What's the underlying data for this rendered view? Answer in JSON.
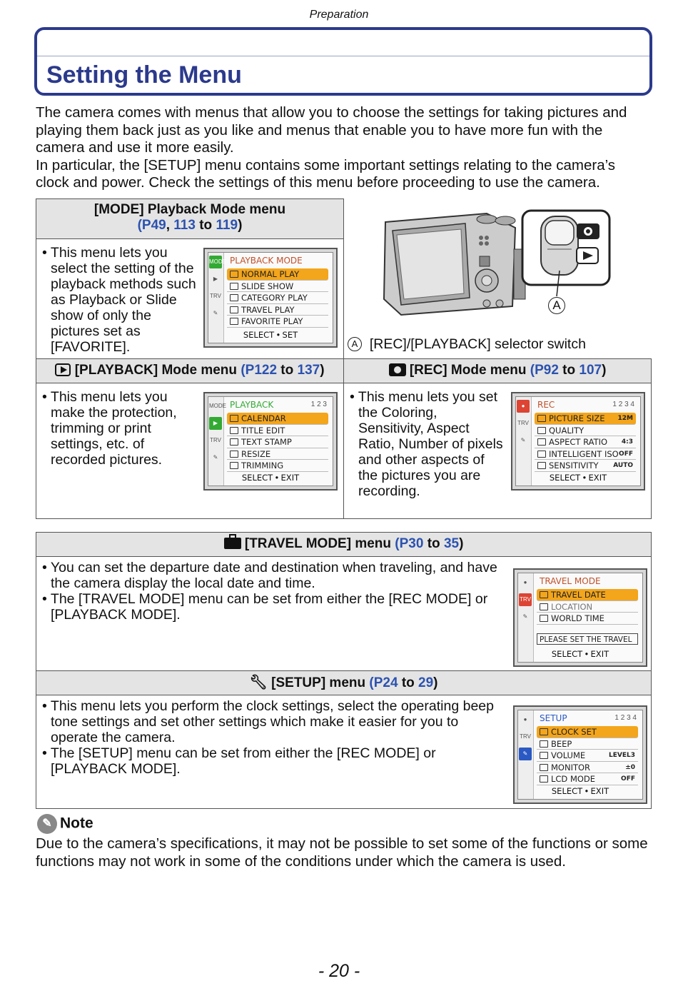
{
  "header": {
    "section": "Preparation"
  },
  "title": "Setting the Menu",
  "intro": [
    "The camera comes with menus that allow you to choose the settings for taking pictures and playing them back just as you like and menus that enable you to have more fun with the camera and use it more easily.",
    "In particular, the [SETUP] menu contains some important settings relating to the camera’s clock and power. Check the settings of this menu before proceeding to use the camera."
  ],
  "mode_menu": {
    "title": "[MODE] Playback Mode menu",
    "refs": {
      "a": "P49",
      "sep": ",",
      "b": "113",
      "to": "to",
      "c": "119",
      "open": "(",
      "close": ")"
    },
    "text": "This menu lets you select the setting of the playback methods such as Playback or Slide show of only the pictures set as [FAVORITE].",
    "screen": {
      "title": "PLAYBACK MODE",
      "items": [
        "NORMAL PLAY",
        "SLIDE SHOW",
        "CATEGORY PLAY",
        "TRAVEL PLAY",
        "FAVORITE PLAY"
      ],
      "footer": "SELECT • SET",
      "tabs": [
        "MODE",
        "▶",
        "TRV",
        "✎"
      ]
    }
  },
  "camera_figure": {
    "caption_marker": "A",
    "caption": "[REC]/[PLAYBACK] selector switch",
    "callout": "A"
  },
  "playback_menu": {
    "title": "[PLAYBACK] Mode menu",
    "refs": {
      "open": "(",
      "a": "P122",
      "to": "to",
      "b": "137",
      "close": ")"
    },
    "text": "This menu lets you make the protection, trimming or print settings, etc. of recorded pictures.",
    "screen": {
      "title": "PLAYBACK",
      "page": "1 2 3",
      "items": [
        "CALENDAR",
        "TITLE EDIT",
        "TEXT STAMP",
        "RESIZE",
        "TRIMMING"
      ],
      "footer": "SELECT • EXIT",
      "tabs": [
        "MODE",
        "▶",
        "TRV",
        "✎"
      ]
    }
  },
  "rec_menu": {
    "title": "[REC] Mode menu",
    "refs": {
      "open": "(",
      "a": "P92",
      "to": "to",
      "b": "107",
      "close": ")"
    },
    "text": "This menu lets you set the Coloring, Sensitivity, Aspect Ratio, Number of pixels and other aspects of the pictures you are recording.",
    "screen": {
      "title": "REC",
      "page": "1 2 3 4",
      "items": [
        {
          "label": "PICTURE SIZE",
          "value": "12M"
        },
        {
          "label": "QUALITY",
          "value": ""
        },
        {
          "label": "ASPECT RATIO",
          "value": "4:3"
        },
        {
          "label": "INTELLIGENT ISO",
          "value": "OFF"
        },
        {
          "label": "SENSITIVITY",
          "value": "AUTO"
        }
      ],
      "footer": "SELECT • EXIT",
      "tabs": [
        "●",
        "TRV",
        "✎"
      ]
    }
  },
  "travel_menu": {
    "title": "[TRAVEL MODE] menu",
    "refs": {
      "open": "(",
      "a": "P30",
      "to": "to",
      "b": "35",
      "close": ")"
    },
    "bullets": [
      "You can set the departure date and destination when traveling, and have the camera display the local date and time.",
      "The [TRAVEL MODE] menu can be set from either the [REC MODE] or [PLAYBACK MODE]."
    ],
    "screen": {
      "title": "TRAVEL MODE",
      "items": [
        "TRAVEL DATE",
        "LOCATION",
        "WORLD TIME"
      ],
      "message": "PLEASE SET THE TRAVEL",
      "footer": "SELECT • EXIT",
      "tabs": [
        "●",
        "TRV",
        "✎"
      ]
    }
  },
  "setup_menu": {
    "title": "[SETUP] menu",
    "refs": {
      "open": "(",
      "a": "P24",
      "to": "to",
      "b": "29",
      "close": ")"
    },
    "bullets": [
      "This menu lets you perform the clock settings, select the operating beep tone settings and set other settings which make it easier for you to operate the camera.",
      "The [SETUP] menu can be set from either the [REC MODE] or [PLAYBACK MODE]."
    ],
    "screen": {
      "title": "SETUP",
      "page": "1 2 3 4",
      "items": [
        {
          "label": "CLOCK SET",
          "value": ""
        },
        {
          "label": "BEEP",
          "value": ""
        },
        {
          "label": "VOLUME",
          "value": "LEVEL3"
        },
        {
          "label": "MONITOR",
          "value": "±0"
        },
        {
          "label": "LCD MODE",
          "value": "OFF"
        }
      ],
      "footer": "SELECT • EXIT",
      "tabs": [
        "●",
        "TRV",
        "✎"
      ]
    }
  },
  "note": {
    "title": "Note",
    "text": "Due to the camera’s specifications, it may not be possible to set some of the functions or some functions may not work in some of the conditions under which the camera is used."
  },
  "page_number": "- 20 -"
}
